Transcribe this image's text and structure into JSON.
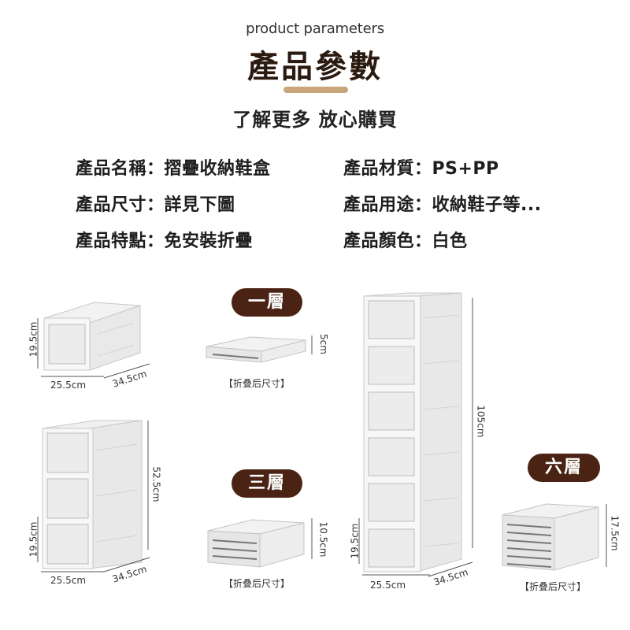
{
  "header": {
    "subtitle_en": "product parameters",
    "title": "產品參數",
    "tagline": "了解更多 放心購買"
  },
  "specs": [
    {
      "label": "產品名稱：",
      "value": "摺疊收納鞋盒"
    },
    {
      "label": "產品材質：",
      "value": "PS+PP"
    },
    {
      "label": "產品尺寸：",
      "value": "詳見下圖"
    },
    {
      "label": "產品用途：",
      "value": "收納鞋子等..."
    },
    {
      "label": "產品特點：",
      "value": "免安裝折疊"
    },
    {
      "label": "產品顏色：",
      "value": "白色"
    }
  ],
  "variants": {
    "one": {
      "label": "一層",
      "folded_height": "5cm",
      "folded_caption": "【折叠后尺寸】"
    },
    "three": {
      "label": "三層",
      "folded_height": "10.5cm",
      "folded_caption": "【折叠后尺寸】"
    },
    "six": {
      "label": "六層",
      "folded_height": "17.5cm",
      "folded_caption": "【折叠后尺寸】"
    }
  },
  "dimensions": {
    "single_height": "19.5cm",
    "single_width": "25.5cm",
    "single_depth": "34.5cm",
    "three_total_height": "52.5cm",
    "three_unit_height": "19.5cm",
    "three_width": "25.5cm",
    "three_depth": "34.5cm",
    "six_total_height": "105cm",
    "six_unit_height": "19.5cm",
    "six_width": "25.5cm",
    "six_depth": "34.5cm"
  },
  "colors": {
    "accent_brown": "#4a2314",
    "bar_gold": "#c9a77a",
    "title_dark": "#2b1a10"
  }
}
